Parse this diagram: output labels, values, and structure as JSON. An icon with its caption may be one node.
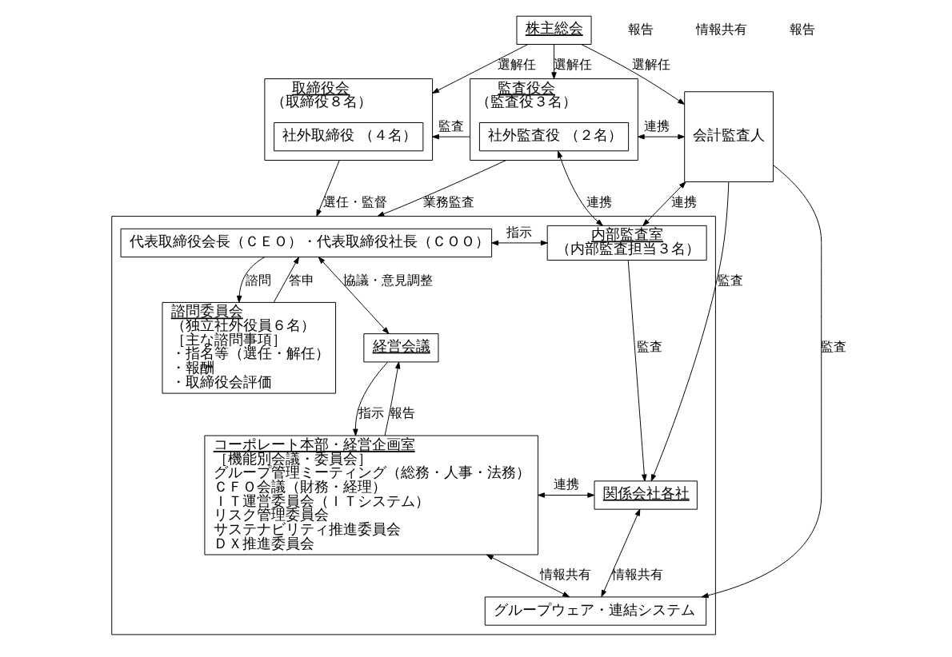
{
  "diagram": {
    "nodes": [
      {
        "text": [
          "株主総会"
        ]
      },
      {
        "text": [
          "取締役会",
          "（取締役８名）"
        ]
      },
      {
        "text": [
          "社外取締役 （４名）"
        ],
        "in": 1
      },
      {
        "text": [
          "監査役会",
          "（監査役３名）"
        ]
      },
      {
        "text": [
          "社外監査役 （２名）"
        ],
        "in": 3
      },
      {
        "text": [
          "会計監査人"
        ]
      },
      {
        "text": [],
        "shape": "box"
      },
      {
        "text": [
          "代表取締役会長（ＣＥＯ）・代表取締役社長（ＣＯＯ）"
        ],
        "in": 6
      },
      {
        "text": [
          "諮問委員会",
          "（独立社外役員６名）",
          "［主な諮問事項］",
          "・指名等（選任・解任）",
          "・報酬",
          "・取締役会評価"
        ],
        "in": 6
      },
      {
        "text": [
          "経営会議"
        ],
        "in": 6
      },
      {
        "text": [
          "内部監査室",
          "（内部監査担当３名）"
        ],
        "in": 6
      },
      {
        "text": [
          "コーポレート本部・経営企画室",
          "［機能別会議・委員会］",
          "グループ管理ミーティング（総務・人事・法務）",
          "ＣＦＯ会議（財務・経理）",
          "ＩＴ運営委員会（ＩＴシステム）",
          "リスク管理委員会",
          "サステナビリティ推進委員会",
          "ＤＸ推進委員会"
        ],
        "in": 6
      },
      {
        "text": [
          "関係会社各社"
        ],
        "in": 6
      },
      {
        "text": [
          "グループウェア・連結システム"
        ],
        "in": 6
      }
    ],
    "edges": [
      {
        "from": 0,
        "to": 1,
        "arrow": "to",
        "label": "選解任"
      },
      {
        "from": 0,
        "to": 3,
        "arrow": "to",
        "label": "選解任"
      },
      {
        "from": 0,
        "to": 5,
        "arrow": "to",
        "label": "選解任"
      },
      {
        "from": 3,
        "to": 1,
        "arrow": "to",
        "label": "監査"
      },
      {
        "from": 3,
        "to": 5,
        "arrow": "both",
        "label": "連携"
      },
      {
        "from": 1,
        "to": 6,
        "arrow": "to",
        "label": "選任・監督"
      },
      {
        "from": 3,
        "to": 6,
        "arrow": "to",
        "label": "業務監査"
      },
      {
        "from": 4,
        "to": 10,
        "arrow": "both",
        "label": "連携"
      },
      {
        "from": 7,
        "to": 10,
        "arrow": "both",
        "label": "指示"
      },
      {
        "from": 7,
        "to": 8,
        "arrow": "to",
        "label": "諮問"
      },
      {
        "from": 8,
        "to": 7,
        "arrow": "to",
        "label": "答申"
      },
      {
        "from": 7,
        "to": 9,
        "arrow": "both",
        "label": "協議・意見調整"
      },
      {
        "from": 5,
        "to": 10,
        "arrow": "both",
        "label": "連携"
      },
      {
        "from": 9,
        "to": 11,
        "arrow": "to",
        "label": "指示"
      },
      {
        "from": 11,
        "to": 9,
        "arrow": "to",
        "label": "報告"
      },
      {
        "from": 10,
        "to": 12,
        "arrow": "to",
        "label": "監査"
      },
      {
        "from": 11,
        "to": 12,
        "arrow": "both",
        "label": "連携"
      },
      {
        "from": 12,
        "to": 13,
        "arrow": "both",
        "label": "情報共有"
      },
      {
        "from": 11,
        "to": 13,
        "arrow": "both",
        "label": "情報共有"
      },
      {
        "from": 5,
        "to": 12,
        "arrow": "to",
        "label": "監査"
      },
      {
        "from": 5,
        "to": 13,
        "arrow": "to",
        "label": "監査"
      }
    ],
    "labels": [
      "報告",
      "情報共有",
      "報告"
    ]
  }
}
